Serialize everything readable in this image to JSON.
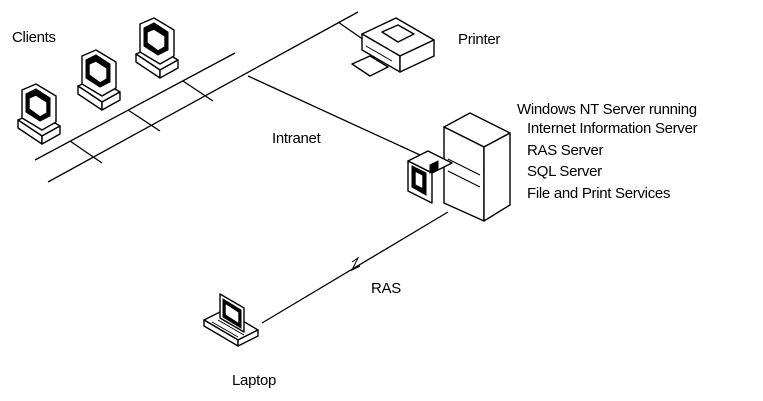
{
  "labels": {
    "clients": "Clients",
    "printer": "Printer",
    "intranet": "Intranet",
    "server_title": "Windows NT Server running",
    "ras": "RAS",
    "laptop": "Laptop"
  },
  "server_services": [
    "Internet Information Server",
    "RAS Server",
    "SQL Server",
    "File and Print Services"
  ],
  "colors": {
    "line": "#000000",
    "background": "#ffffff"
  }
}
